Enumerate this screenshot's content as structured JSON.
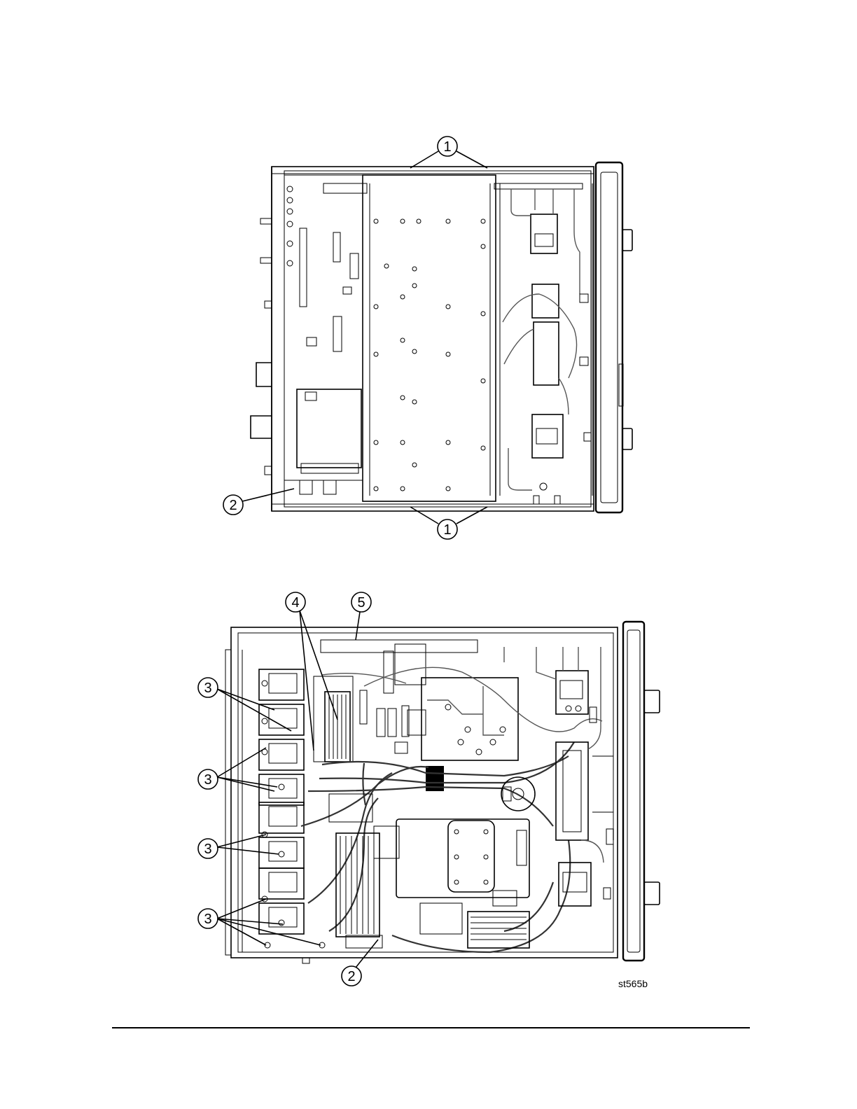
{
  "callouts": {
    "c1_top": "1",
    "c1_bottom": "1",
    "c2_top": "2",
    "c4": "4",
    "c5": "5",
    "c3_a": "3",
    "c3_b": "3",
    "c3_c": "3",
    "c3_d": "3",
    "c2_bottom": "2"
  },
  "figure_id": "st565b",
  "colors": {
    "ink": "#000000",
    "paper": "#ffffff",
    "gray": "#555555"
  }
}
